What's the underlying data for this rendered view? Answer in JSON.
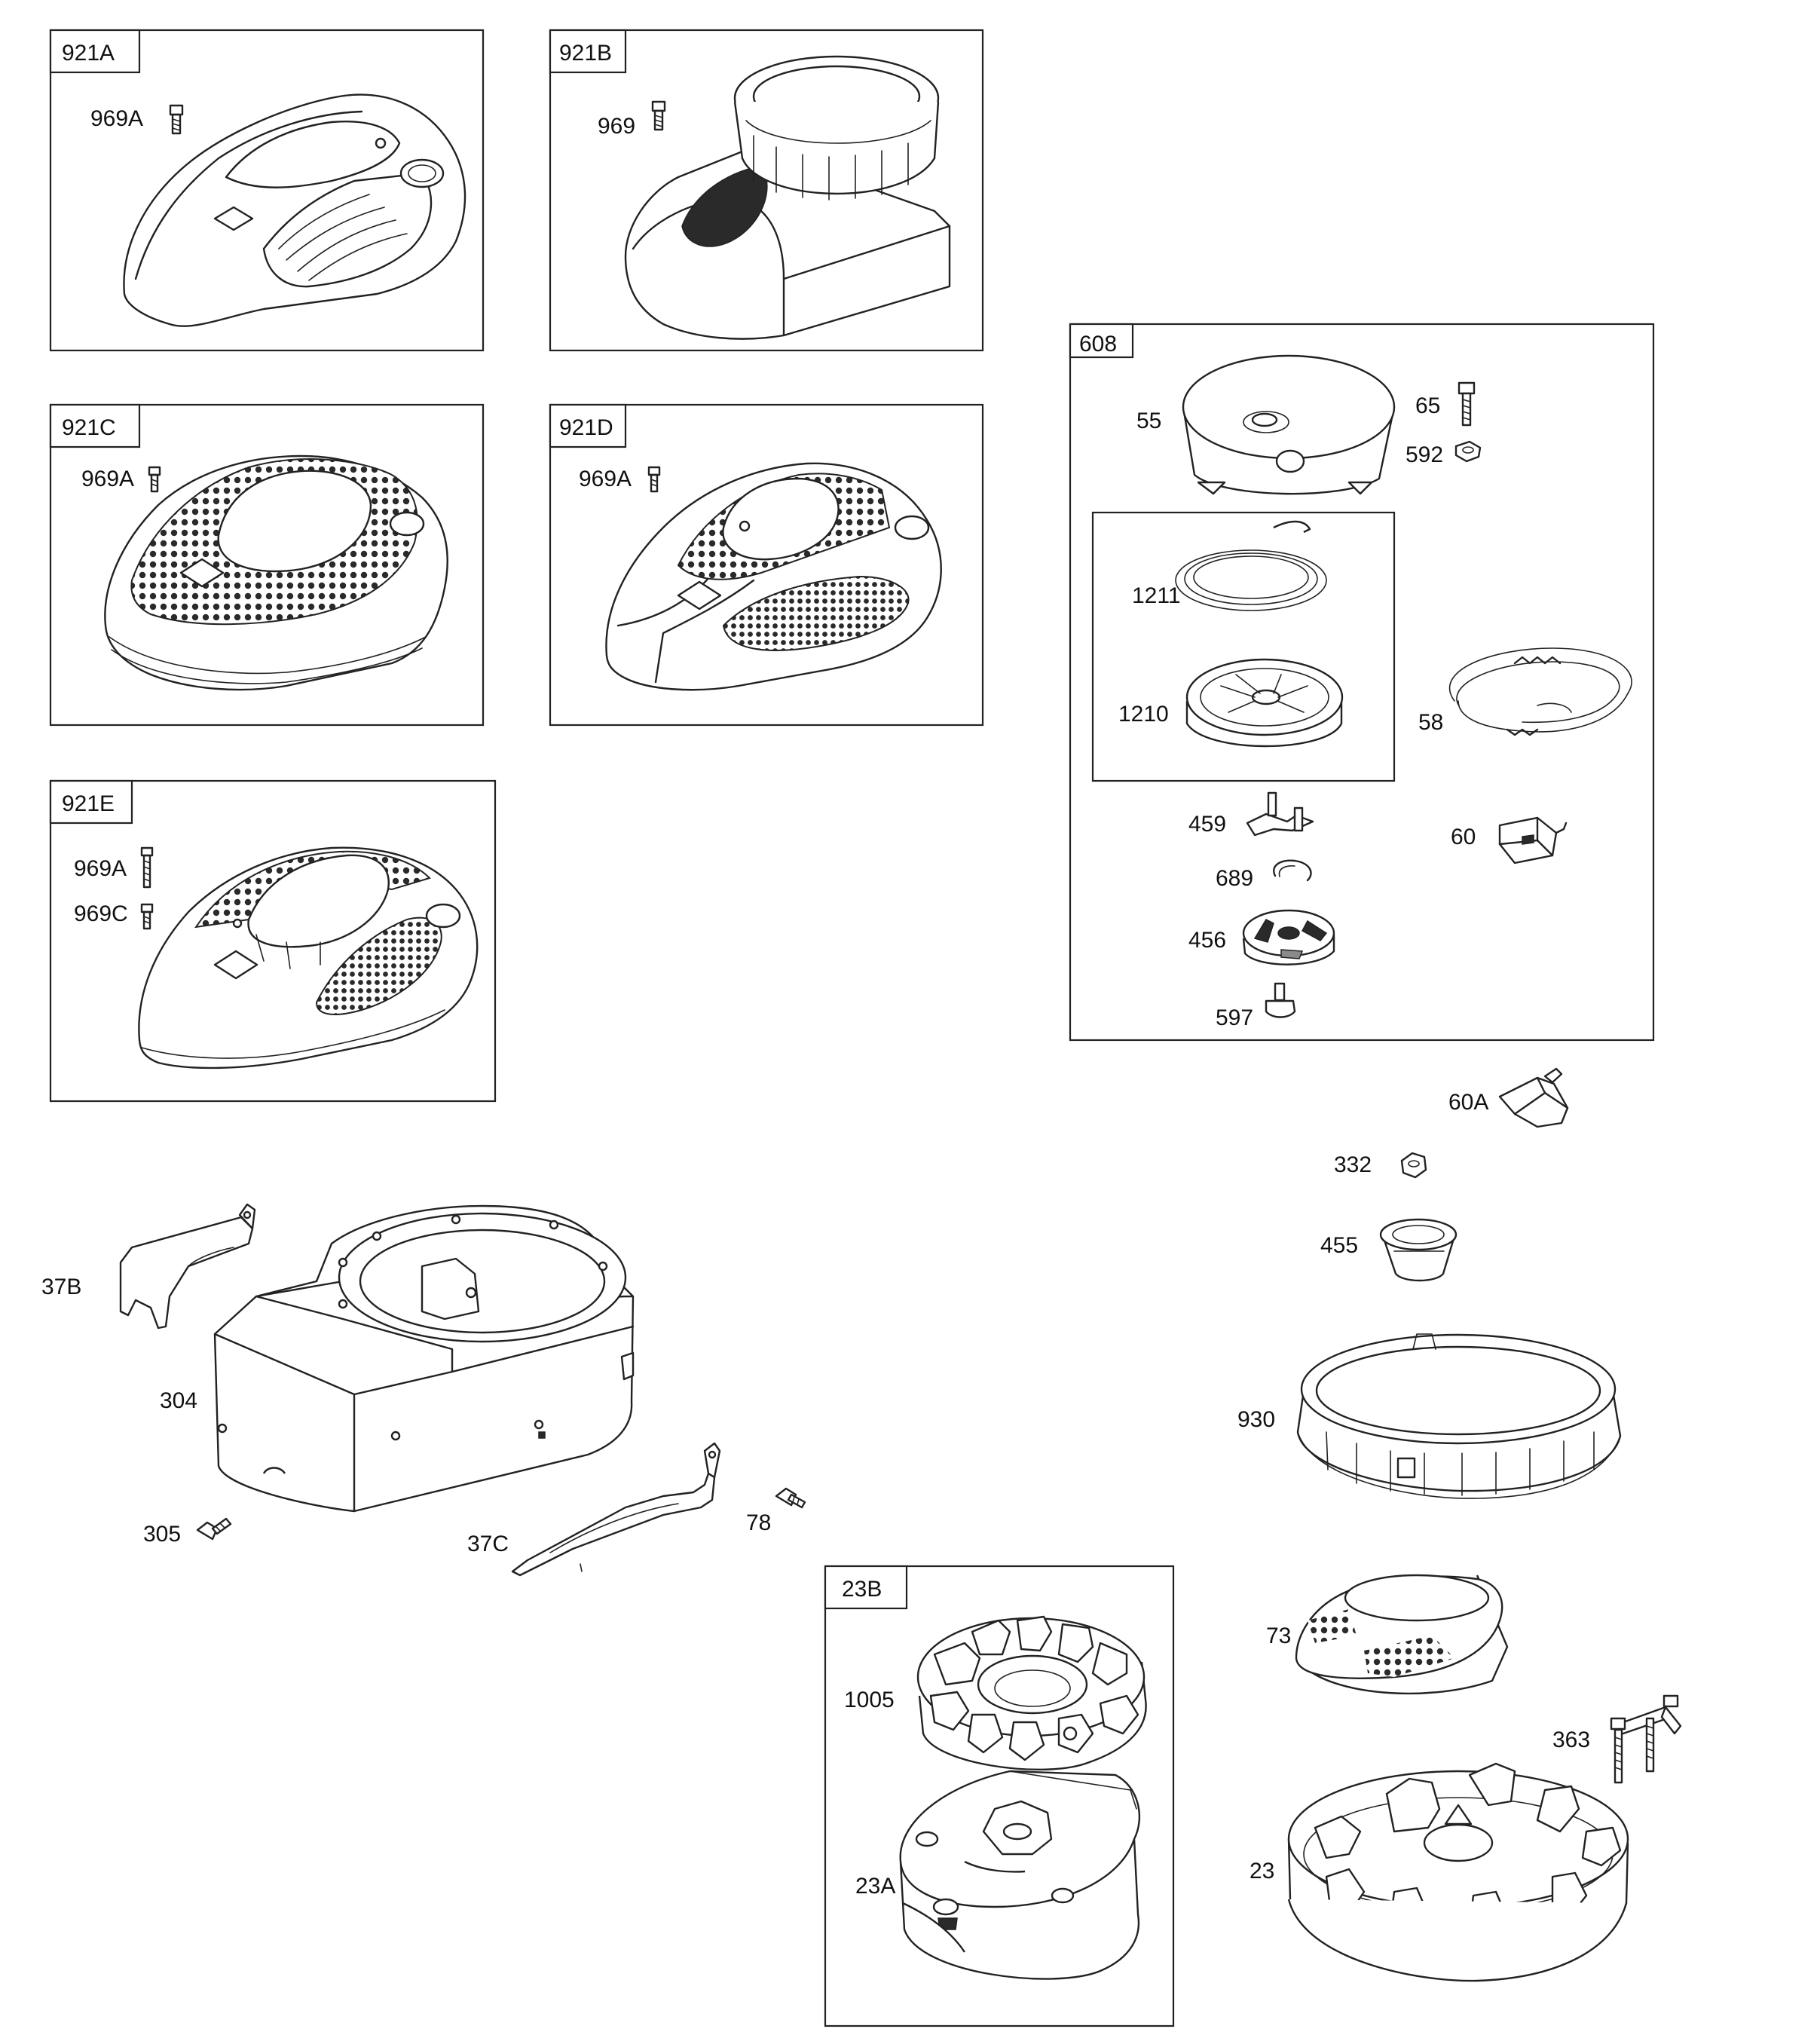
{
  "boxes": {
    "b921A": "921A",
    "b921B": "921B",
    "b921C": "921C",
    "b921D": "921D",
    "b921E": "921E",
    "b608": "608",
    "b23B": "23B"
  },
  "labels": {
    "l969A_a": "969A",
    "l969": "969",
    "l969A_c": "969A",
    "l969A_d": "969A",
    "l969A_e": "969A",
    "l969C": "969C",
    "l55": "55",
    "l65": "65",
    "l592": "592",
    "l1211": "1211",
    "l1210": "1210",
    "l58": "58",
    "l459": "459",
    "l60": "60",
    "l689": "689",
    "l456": "456",
    "l597": "597",
    "l60A": "60A",
    "l332": "332",
    "l455": "455",
    "l930": "930",
    "l73": "73",
    "l363": "363",
    "l23": "23",
    "l37B": "37B",
    "l304": "304",
    "l305": "305",
    "l37C": "37C",
    "l78": "78",
    "l1005": "1005",
    "l23A": "23A"
  }
}
